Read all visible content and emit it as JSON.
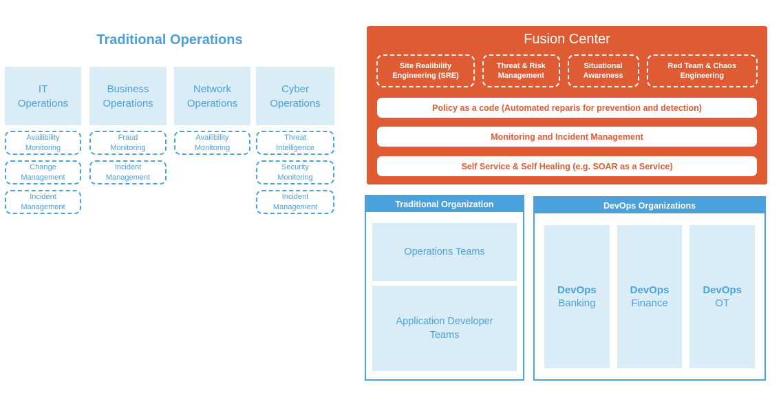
{
  "colors": {
    "accent_blue": "#4BA1DB",
    "light_fill": "#DAECF5",
    "orange": "#DE5B33"
  },
  "traditional_operations": {
    "title": "Traditional Operations",
    "columns": [
      {
        "label": "IT\nOperations",
        "items": [
          "Availibility\nMonitoring",
          "Change\nManagement",
          "Incident\nManagement"
        ]
      },
      {
        "label": "Business\nOperations",
        "items": [
          "Fraud\nMonitoring",
          "Incident\nManagement"
        ]
      },
      {
        "label": "Network\nOperations",
        "items": [
          "Availibility\nMonitoring"
        ]
      },
      {
        "label": "Cyber\nOperations",
        "items": [
          "Threat\nIntelligence",
          "Security\nMonitoring",
          "Incident\nManagement"
        ]
      }
    ]
  },
  "fusion_center": {
    "title": "Fusion Center",
    "capabilities": [
      "Site Realibility\nEngineering (SRE)",
      "Threat & Risk\nManagement",
      "Situational\nAwareness",
      "Red Team & Chaos\nEngineering"
    ],
    "bars": [
      "Policy as a code (Automated reparis for prevention and detection)",
      "Monitoring and Incident Management",
      "Self Service & Self Healing (e.g. SOAR as a Service)"
    ]
  },
  "traditional_organization": {
    "title": "Traditional Organization",
    "teams": [
      "Operations Teams",
      "Application Developer\nTeams"
    ]
  },
  "devops_organizations": {
    "title": "DevOps Organizations",
    "teams": [
      {
        "brand": "DevOps",
        "unit": "Banking"
      },
      {
        "brand": "DevOps",
        "unit": "Finance"
      },
      {
        "brand": "DevOps",
        "unit": "OT"
      }
    ]
  }
}
